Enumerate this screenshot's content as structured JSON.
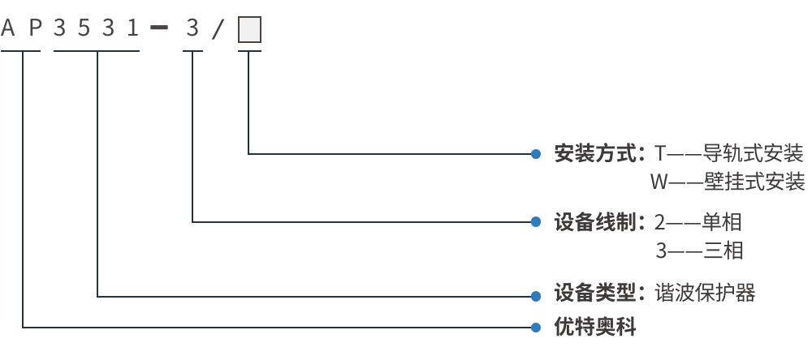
{
  "model_code": {
    "prefix": "AP",
    "series": "3531",
    "separator": "-",
    "phase": "3",
    "slash": "/",
    "placeholder_box": ""
  },
  "legend": {
    "entries": [
      {
        "label": "安装方式：",
        "lines": [
          "T——导轨式安装",
          "W——壁挂式安装"
        ]
      },
      {
        "label": "设备线制：",
        "lines": [
          "2——单相",
          "3——三相"
        ]
      },
      {
        "label": "设备类型：",
        "lines": [
          "谐波保护器"
        ]
      },
      {
        "label": "优特奥科",
        "lines": []
      }
    ]
  },
  "colors": {
    "accent_dot": "#2e7cc0",
    "connector_line": "#24333b",
    "text": "#3e3a39",
    "model_text": "#474342",
    "box_fill": "#f0f0f1",
    "box_border": "#4b443e"
  }
}
